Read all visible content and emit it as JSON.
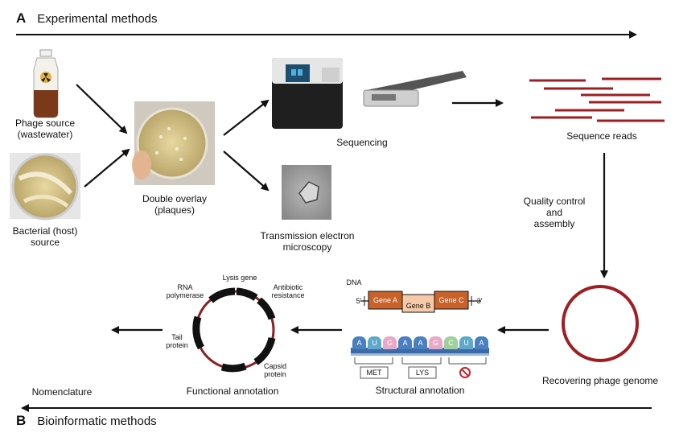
{
  "header_top": {
    "letter": "A",
    "title": "Experimental methods"
  },
  "header_bottom": {
    "letter": "B",
    "title": "Bioinformatic methods"
  },
  "labels": {
    "phage_source_1": "Phage source",
    "phage_source_2": "(wastewater)",
    "bacterial_1": "Bacterial (host)",
    "bacterial_2": "source",
    "double_overlay_1": "Double overlay",
    "double_overlay_2": "(plaques)",
    "sequencing": "Sequencing",
    "tem_1": "Transmission electron",
    "tem_2": "microscopy",
    "sequence_reads": "Sequence reads",
    "qc_1": "Quality control",
    "qc_2": "and",
    "qc_3": "assembly",
    "recovering": "Recovering phage genome",
    "structural": "Structural annotation",
    "functional": "Functional annotation",
    "nomenclature": "Nomenclature"
  },
  "structural_panel": {
    "dna": "DNA",
    "five_prime": "5'",
    "three_prime": "3'",
    "gene_a": "Gene A",
    "gene_b": "Gene B",
    "gene_c": "Gene C",
    "rna_bases": [
      "A",
      "U",
      "G",
      "A",
      "A",
      "G",
      "C",
      "U",
      "A"
    ],
    "codons": [
      "MET",
      "LYS"
    ]
  },
  "functional_panel": {
    "lysis_gene": "Lysis gene",
    "rna_pol_1": "RNA",
    "rna_pol_2": "polymerase",
    "antibiotic_1": "Antibiotic",
    "antibiotic_2": "resistance",
    "tail_1": "Tail",
    "tail_2": "protein",
    "capsid_1": "Capsid",
    "capsid_2": "protein"
  },
  "colors": {
    "read_red": "#a01d22",
    "gene_orange": "#c8622a",
    "gene_b_fill": "#f6c9a8",
    "arrow_black": "#111111",
    "circle_red": "#a01d22"
  }
}
